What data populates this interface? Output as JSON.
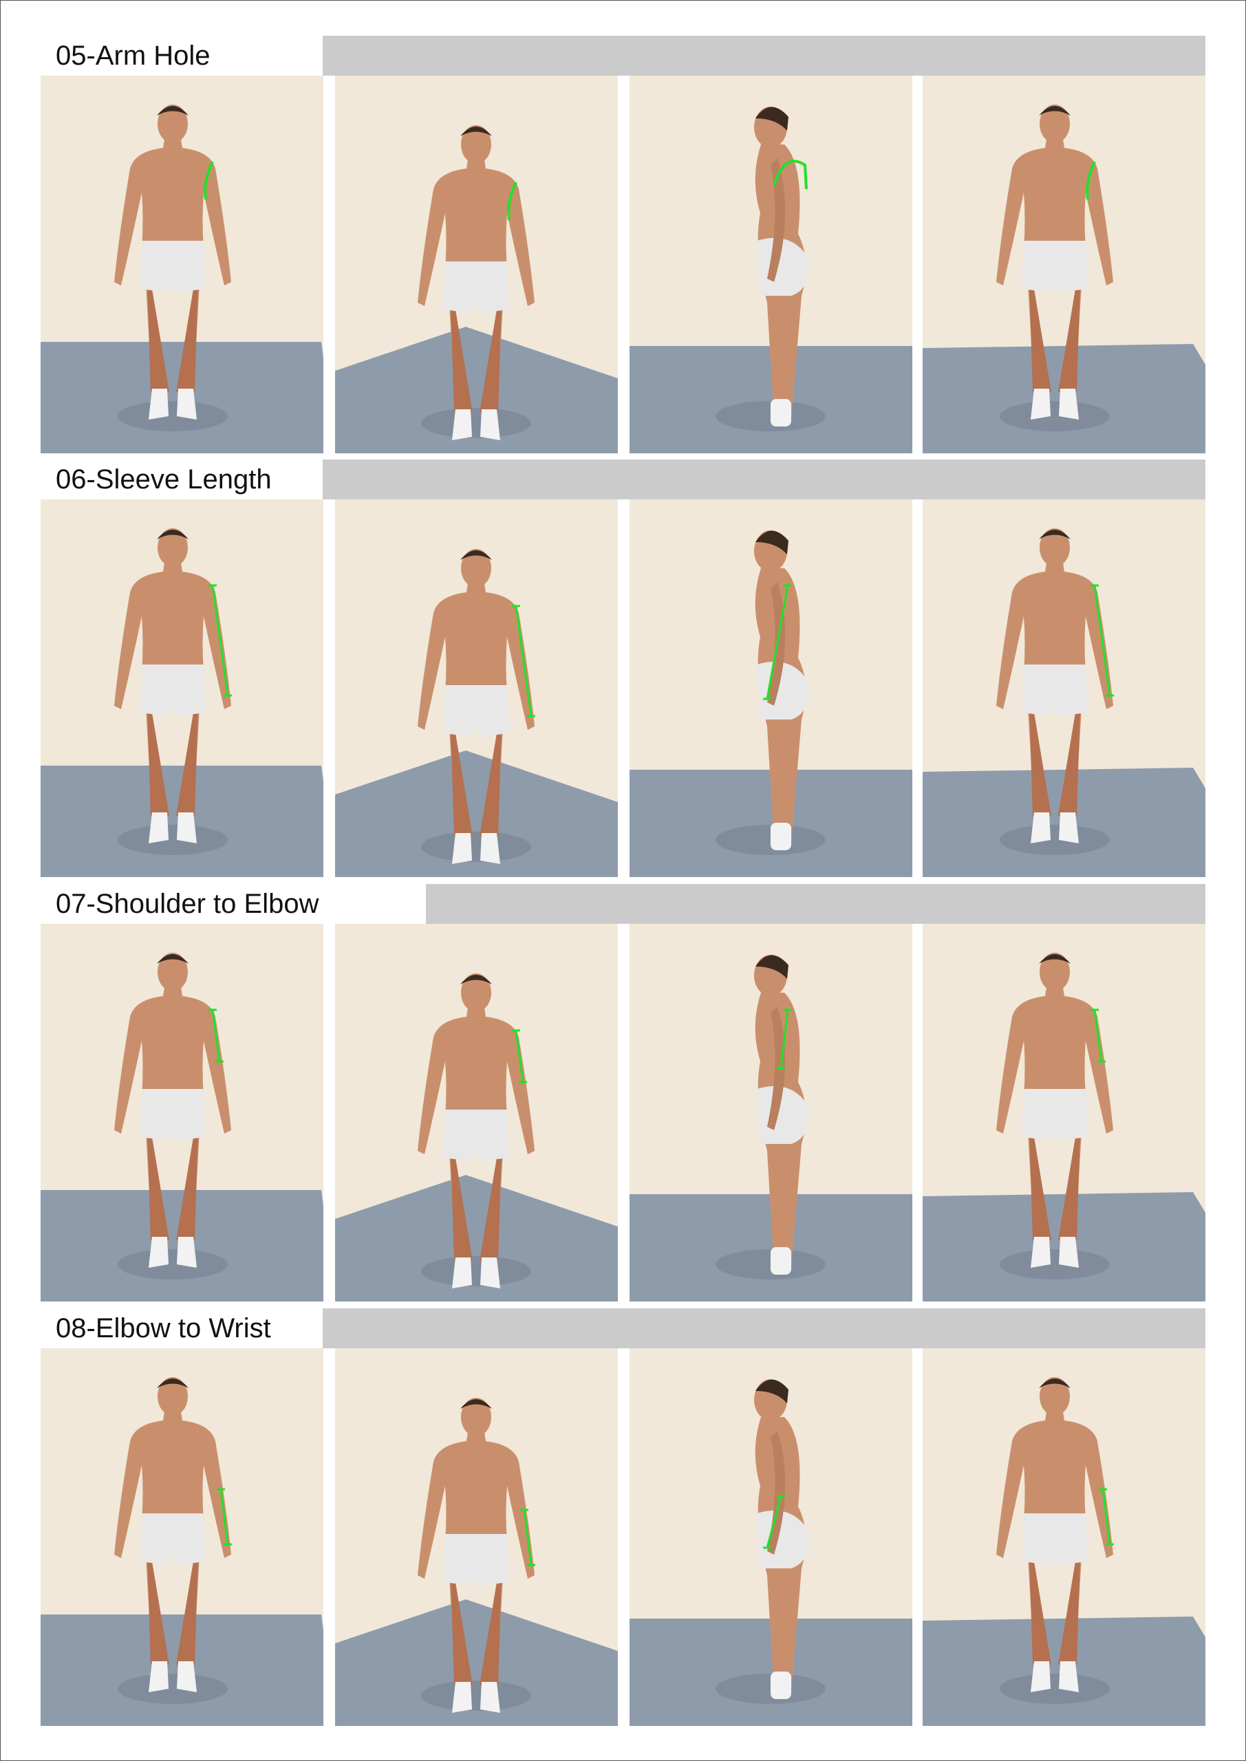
{
  "sections": [
    {
      "id": "arm-hole",
      "title": "05-Arm Hole",
      "measure": "armhole"
    },
    {
      "id": "sleeve-length",
      "title": "06-Sleeve Length",
      "measure": "sleeve"
    },
    {
      "id": "shoulder-to-elbow",
      "title": "07-Shoulder to Elbow",
      "measure": "upper"
    },
    {
      "id": "elbow-to-wrist",
      "title": "08-Elbow to Wrist",
      "measure": "lower"
    }
  ],
  "views": [
    "front",
    "three-quarter",
    "side",
    "back"
  ],
  "colors": {
    "wall": "#f1e8d9",
    "floor": "#8e9bab",
    "header": "#cbcbcb",
    "skin": "#c98f6c",
    "underwear": "#e8e8e8",
    "measure": "#22e12a"
  }
}
